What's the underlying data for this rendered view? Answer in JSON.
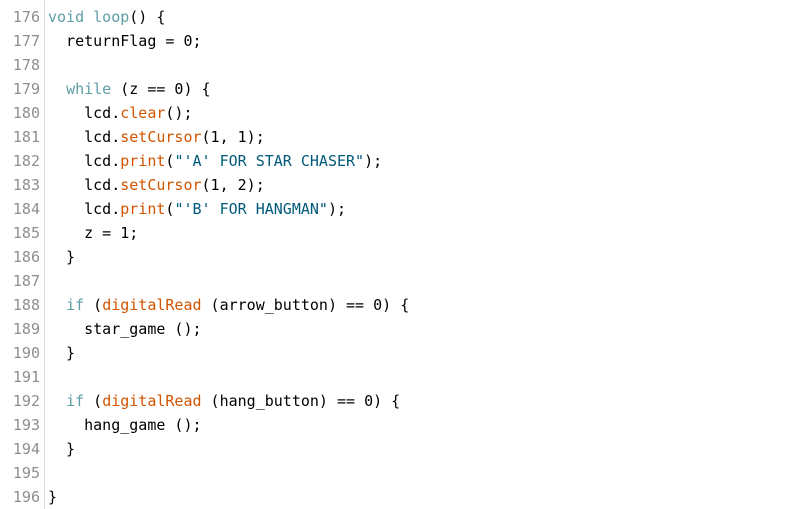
{
  "editor": {
    "colors": {
      "background": "#ffffff",
      "line_number": "#8a8f91",
      "keyword": "#5e9ea5",
      "function": "#d35400",
      "string": "#00597a",
      "default": "#000000"
    },
    "lines": [
      {
        "number": "176",
        "tokens": [
          {
            "text": "void",
            "type": "kw"
          },
          {
            "text": " ",
            "type": "p"
          },
          {
            "text": "loop",
            "type": "kw"
          },
          {
            "text": "() {",
            "type": "p"
          }
        ]
      },
      {
        "number": "177",
        "tokens": [
          {
            "text": "  returnFlag = 0;",
            "type": "p"
          }
        ]
      },
      {
        "number": "178",
        "tokens": []
      },
      {
        "number": "179",
        "tokens": [
          {
            "text": "  ",
            "type": "p"
          },
          {
            "text": "while",
            "type": "kw"
          },
          {
            "text": " (z == 0) {",
            "type": "p"
          }
        ]
      },
      {
        "number": "180",
        "tokens": [
          {
            "text": "    lcd.",
            "type": "p"
          },
          {
            "text": "clear",
            "type": "fn"
          },
          {
            "text": "();",
            "type": "p"
          }
        ]
      },
      {
        "number": "181",
        "tokens": [
          {
            "text": "    lcd.",
            "type": "p"
          },
          {
            "text": "setCursor",
            "type": "fn"
          },
          {
            "text": "(1, 1);",
            "type": "p"
          }
        ]
      },
      {
        "number": "182",
        "tokens": [
          {
            "text": "    lcd.",
            "type": "p"
          },
          {
            "text": "print",
            "type": "fn"
          },
          {
            "text": "(",
            "type": "p"
          },
          {
            "text": "\"'A' FOR STAR CHASER\"",
            "type": "str"
          },
          {
            "text": ");",
            "type": "p"
          }
        ]
      },
      {
        "number": "183",
        "tokens": [
          {
            "text": "    lcd.",
            "type": "p"
          },
          {
            "text": "setCursor",
            "type": "fn"
          },
          {
            "text": "(1, 2);",
            "type": "p"
          }
        ]
      },
      {
        "number": "184",
        "tokens": [
          {
            "text": "    lcd.",
            "type": "p"
          },
          {
            "text": "print",
            "type": "fn"
          },
          {
            "text": "(",
            "type": "p"
          },
          {
            "text": "\"'B' FOR HANGMAN\"",
            "type": "str"
          },
          {
            "text": ");",
            "type": "p"
          }
        ]
      },
      {
        "number": "185",
        "tokens": [
          {
            "text": "    z = 1;",
            "type": "p"
          }
        ]
      },
      {
        "number": "186",
        "tokens": [
          {
            "text": "  }",
            "type": "p"
          }
        ]
      },
      {
        "number": "187",
        "tokens": []
      },
      {
        "number": "188",
        "tokens": [
          {
            "text": "  ",
            "type": "p"
          },
          {
            "text": "if",
            "type": "kw"
          },
          {
            "text": " (",
            "type": "p"
          },
          {
            "text": "digitalRead",
            "type": "fn"
          },
          {
            "text": " (arrow_button) == 0) {",
            "type": "p"
          }
        ]
      },
      {
        "number": "189",
        "tokens": [
          {
            "text": "    star_game ();",
            "type": "p"
          }
        ]
      },
      {
        "number": "190",
        "tokens": [
          {
            "text": "  }",
            "type": "p"
          }
        ]
      },
      {
        "number": "191",
        "tokens": []
      },
      {
        "number": "192",
        "tokens": [
          {
            "text": "  ",
            "type": "p"
          },
          {
            "text": "if",
            "type": "kw"
          },
          {
            "text": " (",
            "type": "p"
          },
          {
            "text": "digitalRead",
            "type": "fn"
          },
          {
            "text": " (hang_button) == 0) {",
            "type": "p"
          }
        ]
      },
      {
        "number": "193",
        "tokens": [
          {
            "text": "    hang_game ();",
            "type": "p"
          }
        ]
      },
      {
        "number": "194",
        "tokens": [
          {
            "text": "  }",
            "type": "p"
          }
        ]
      },
      {
        "number": "195",
        "tokens": []
      },
      {
        "number": "196",
        "tokens": [
          {
            "text": "}",
            "type": "p"
          }
        ]
      }
    ]
  }
}
